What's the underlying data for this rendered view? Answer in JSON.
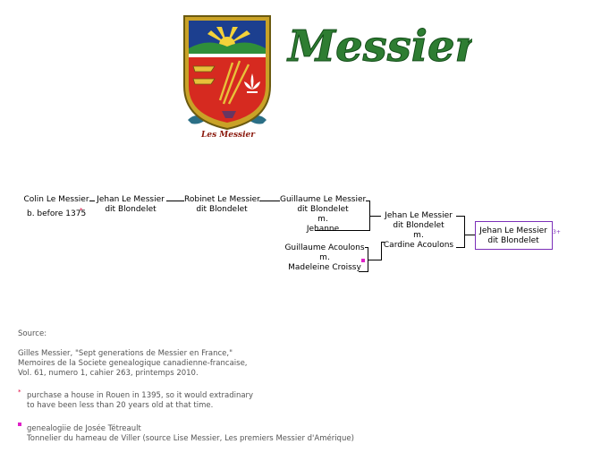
{
  "header": {
    "crest_caption": "Les Messier",
    "title": "Messier"
  },
  "tree": {
    "p1_name": "Colin Le Messier",
    "p1_birth": "b. before 1375",
    "p2_line1": "Jehan Le Messier",
    "p2_line2": "dit Blondelet",
    "p3_line1": "Robinet Le Messier",
    "p3_line2": "dit Blondelet",
    "p4_line1": "Guillaume Le Messier",
    "p4_line2": "dit Blondelet",
    "p4_m": "m.",
    "p4_spouse": "Jehanne",
    "p5_line1": "Guillaume Acoulons",
    "p5_m": "m.",
    "p5_spouse": "Madeleine Croissy",
    "p6_line1": "Jehan Le Messier",
    "p6_line2": "dit Blondelet",
    "p6_m": "m.",
    "p6_spouse": "Cardine Acoulons",
    "p7_line1": "Jehan Le Messier",
    "p7_line2": "dit Blondelet",
    "p1_note_mark": "*",
    "p7_note_mark": "3+"
  },
  "sources": {
    "label": "Source:",
    "cite1": "Gilles Messier,  \"Sept generations de Messier en France,\"",
    "cite2": "Memoires de la Societe genealogique canadienne-francaise,",
    "cite3": "Vol. 61, numero 1, cahier 263, printemps 2010.",
    "note1_mark": "*",
    "note1_a": "purchase a house in Rouen in 1395, so it would extradinary",
    "note1_b": "to have been less than 20 years old at that time.",
    "note2_a": "genealogiie de Josée Tétreault",
    "note2_b": "Tonnelier du hameau de Viller (source Lise Messier, Les premiers Messier d'Amérique)"
  },
  "colors": {
    "highlight_box": "#7b2fb8",
    "note_red": "#e0003a",
    "note_magenta": "#e020c8",
    "title_green": "#2e7d32"
  }
}
